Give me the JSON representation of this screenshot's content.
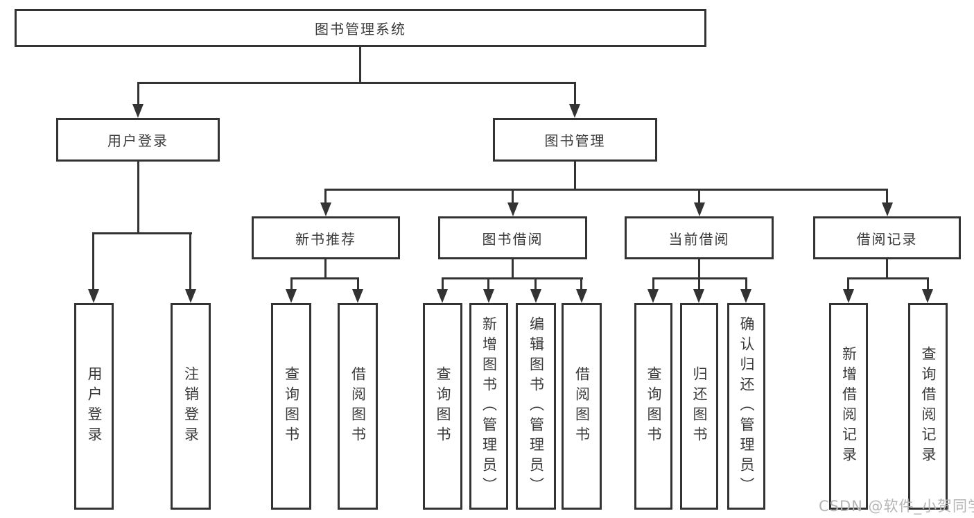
{
  "diagram": {
    "colors": {
      "line": "#333333",
      "box_border": "#333333",
      "box_fill": "#ffffff",
      "text": "#3a3a3a",
      "watermark": "#b5b5b5",
      "background": "#ffffff"
    },
    "watermark": "CSDN @软件_小贺同学",
    "nodes": {
      "root": {
        "label": "图书管理系统"
      },
      "user_login": {
        "label": "用户登录"
      },
      "book_mgmt": {
        "label": "图书管理"
      },
      "new_book_rec": {
        "label": "新书推荐"
      },
      "book_borrow": {
        "label": "图书借阅"
      },
      "current_borrow": {
        "label": "当前借阅"
      },
      "borrow_records": {
        "label": "借阅记录"
      },
      "leaf_user_login": {
        "label": "用户登录"
      },
      "leaf_logout": {
        "label": "注销登录"
      },
      "leaf_rec_query": {
        "label": "查询图书"
      },
      "leaf_rec_borrow": {
        "label": "借阅图书"
      },
      "leaf_bb_query": {
        "label": "查询图书"
      },
      "leaf_bb_add": {
        "label": "新增图书（管理员）"
      },
      "leaf_bb_edit": {
        "label": "编辑图书（管理员）"
      },
      "leaf_bb_borrow": {
        "label": "借阅图书"
      },
      "leaf_cb_query": {
        "label": "查询图书"
      },
      "leaf_cb_return": {
        "label": "归还图书"
      },
      "leaf_cb_confirm": {
        "label": "确认归还（管理员）"
      },
      "leaf_br_add": {
        "label": "新增借阅记录"
      },
      "leaf_br_query": {
        "label": "查询借阅记录"
      }
    },
    "hierarchy": {
      "root": "图书管理系统",
      "children": [
        {
          "label": "用户登录",
          "children": [
            "用户登录",
            "注销登录"
          ]
        },
        {
          "label": "图书管理",
          "children": [
            {
              "label": "新书推荐",
              "children": [
                "查询图书",
                "借阅图书"
              ]
            },
            {
              "label": "图书借阅",
              "children": [
                "查询图书",
                "新增图书（管理员）",
                "编辑图书（管理员）",
                "借阅图书"
              ]
            },
            {
              "label": "当前借阅",
              "children": [
                "查询图书",
                "归还图书",
                "确认归还（管理员）"
              ]
            },
            {
              "label": "借阅记录",
              "children": [
                "新增借阅记录",
                "查询借阅记录"
              ]
            }
          ]
        }
      ]
    }
  }
}
